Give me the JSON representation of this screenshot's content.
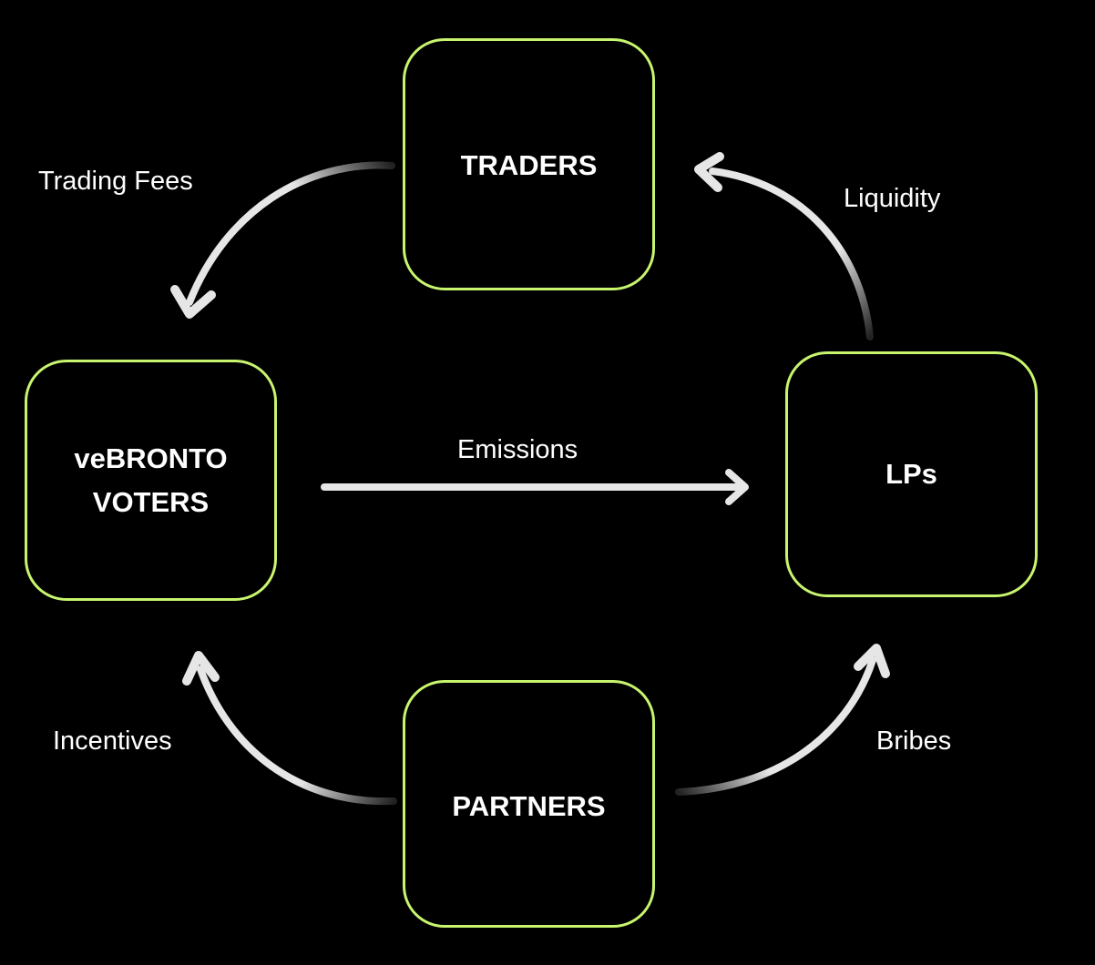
{
  "nodes": {
    "traders": "TRADERS",
    "voters": "veBRONTO\nVOTERS",
    "lps": "LPs",
    "partners": "PARTNERS"
  },
  "edges": {
    "trading_fees": "Trading Fees",
    "liquidity": "Liquidity",
    "emissions": "Emissions",
    "incentives": "Incentives",
    "bribes": "Bribes"
  },
  "colors": {
    "node_border": "#c8f56e",
    "arrow": "#e6e6e6",
    "background": "#000000",
    "text": "#ffffff"
  }
}
